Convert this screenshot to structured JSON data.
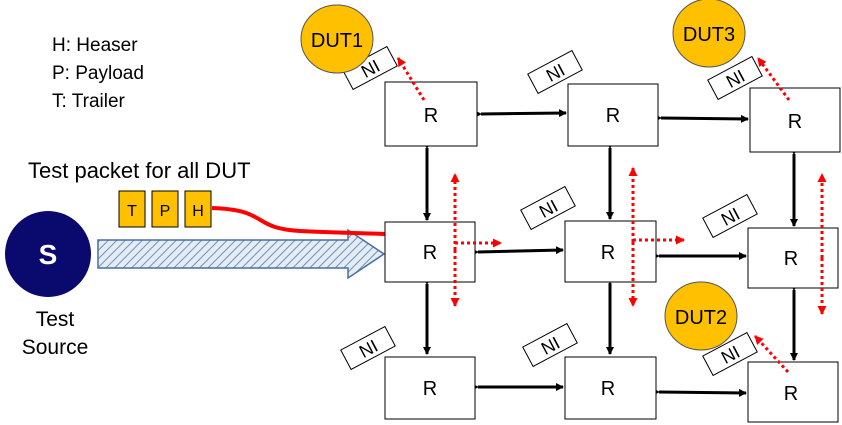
{
  "legend": {
    "header": "H: Heaser",
    "payload": "P: Payload",
    "trailer": "T: Trailer"
  },
  "packet": {
    "caption": "Test packet for all DUT",
    "fields": [
      "T",
      "P",
      "H"
    ],
    "field_color": "#FFC000"
  },
  "source": {
    "symbol": "S",
    "label_line1": "Test",
    "label_line2": "Source",
    "color": "#0A0A6E"
  },
  "routers": [
    {
      "id": "r00",
      "label": "R"
    },
    {
      "id": "r01",
      "label": "R"
    },
    {
      "id": "r02",
      "label": "R"
    },
    {
      "id": "r10",
      "label": "R"
    },
    {
      "id": "r11",
      "label": "R"
    },
    {
      "id": "r12",
      "label": "R"
    },
    {
      "id": "r20",
      "label": "R"
    },
    {
      "id": "r21",
      "label": "R"
    },
    {
      "id": "r22",
      "label": "R"
    }
  ],
  "ni_label": "NI",
  "duts": [
    {
      "id": "dut1",
      "label": "DUT1"
    },
    {
      "id": "dut3",
      "label": "DUT3"
    },
    {
      "id": "dut2",
      "label": "DUT2"
    }
  ],
  "colors": {
    "dut_fill": "#FFC000",
    "route_arrow": "#FF0000",
    "link": "#000000",
    "stream_fill": "#DCE6F2",
    "stream_stroke": "#4A6F9E"
  }
}
